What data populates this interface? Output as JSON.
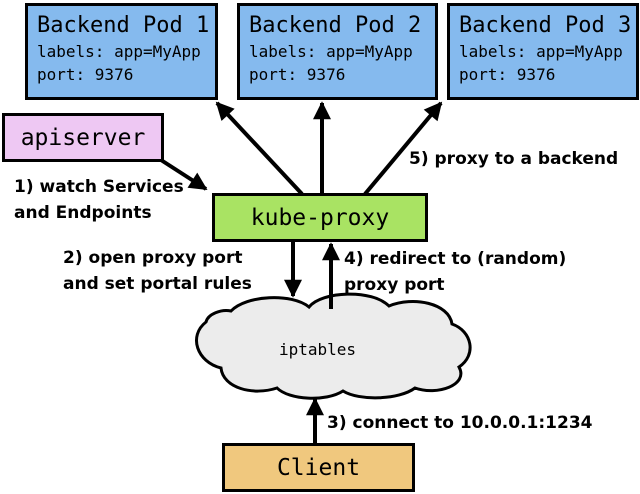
{
  "pods": [
    {
      "title": "Backend Pod 1",
      "labels_line": "labels: app=MyApp",
      "port_line": "port: 9376"
    },
    {
      "title": "Backend Pod 2",
      "labels_line": "labels: app=MyApp",
      "port_line": "port: 9376"
    },
    {
      "title": "Backend Pod 3",
      "labels_line": "labels: app=MyApp",
      "port_line": "port: 9376"
    }
  ],
  "nodes": {
    "apiserver": "apiserver",
    "kube_proxy": "kube-proxy",
    "iptables": "iptables",
    "client": "Client"
  },
  "annotations": {
    "watch": "1) watch Services\nand Endpoints",
    "open_port": "2) open proxy port\nand set portal rules",
    "connect": "3) connect to 10.0.0.1:1234",
    "redirect": "4) redirect to (random)\nproxy port",
    "proxy": "5) proxy to a backend"
  },
  "colors": {
    "pod_fill": "#85baee",
    "apiserver_fill": "#eec8f3",
    "kube_proxy_fill": "#a9e363",
    "client_fill": "#f0c87e",
    "cloud_fill": "#ececec",
    "outline": "#000000"
  }
}
